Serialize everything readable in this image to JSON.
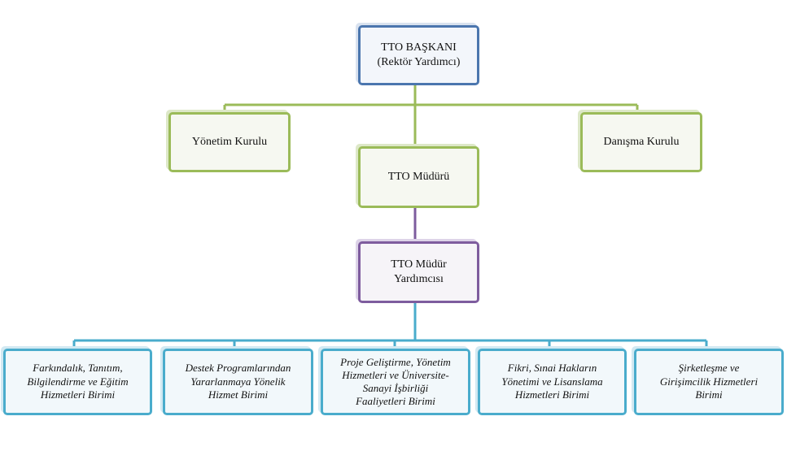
{
  "org_chart": {
    "top": {
      "title": "TTO BAŞKANI",
      "subtitle": "(Rektör Yardımcı)"
    },
    "board_left": "Yönetim Kurulu",
    "board_right": "Danışma Kurulu",
    "director": "TTO Müdürü",
    "assistant": {
      "line1": "TTO Müdür",
      "line2": "Yardımcısı"
    },
    "units": [
      {
        "line1": "Farkındalık, Tanıtım,",
        "line2": "Bilgilendirme ve Eğitim",
        "line3": "Hizmetleri Birimi",
        "line4": ""
      },
      {
        "line1": "Destek Programlarından",
        "line2": "Yararlanmaya Yönelik",
        "line3": "Hizmet Birimi",
        "line4": ""
      },
      {
        "line1": "Proje Geliştirme, Yönetim",
        "line2": "Hizmetleri ve Üniversite-",
        "line3": "Sanayi İşbirliği",
        "line4": "Faaliyetleri Birimi"
      },
      {
        "line1": "Fikri, Sınai Hakların",
        "line2": "Yönetimi ve Lisanslama",
        "line3": "Hizmetleri Birimi",
        "line4": ""
      },
      {
        "line1": "Şirketleşme ve",
        "line2": "Girişimcilik Hizmetleri",
        "line3": "Birimi",
        "line4": ""
      }
    ]
  },
  "colors": {
    "blue": "#4b76ae",
    "green": "#9bbb59",
    "purple": "#7e5c9e",
    "teal": "#4aaccc"
  }
}
